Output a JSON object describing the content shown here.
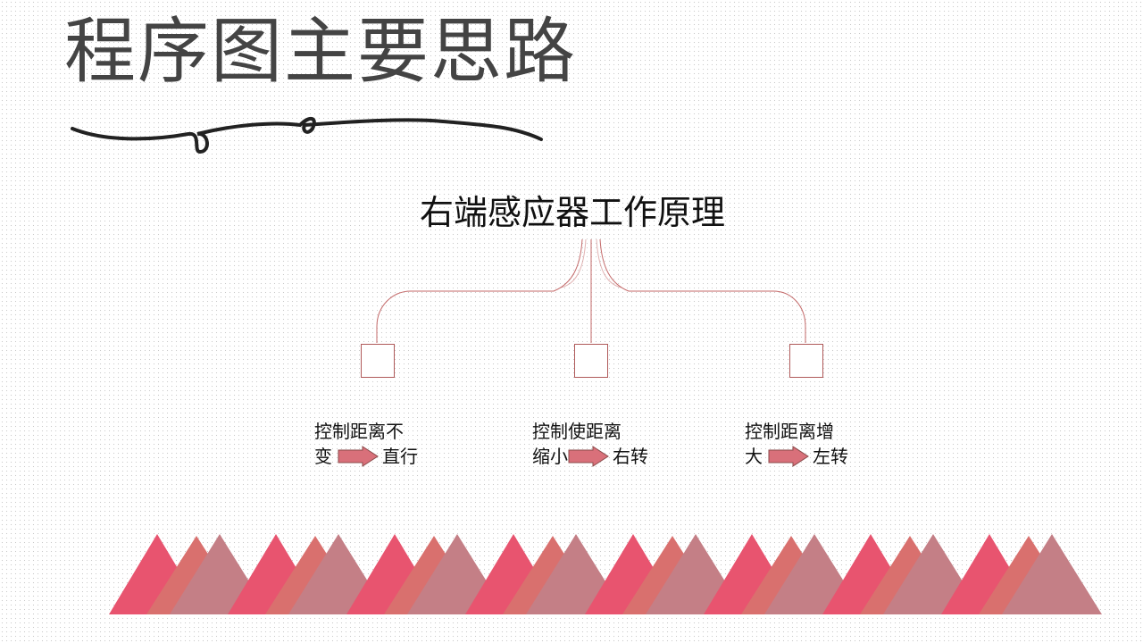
{
  "slide": {
    "title": "程序图主要思路",
    "subtitle": "右端感应器工作原理"
  },
  "branches": [
    {
      "line1": "控制距离不",
      "before_arrow": "变",
      "after_arrow": "直行"
    },
    {
      "line1": "控制使距离",
      "before_arrow": "缩小",
      "after_arrow": "右转"
    },
    {
      "line1": "控制距离增",
      "before_arrow": "大",
      "after_arrow": "左转"
    }
  ],
  "colors": {
    "title": "#444444",
    "connector": "#c46a6a",
    "arrow_fill": "#d9707a",
    "mountain_a": "#e8546f",
    "mountain_b": "#d9706e",
    "mountain_c": "#c47f86"
  }
}
